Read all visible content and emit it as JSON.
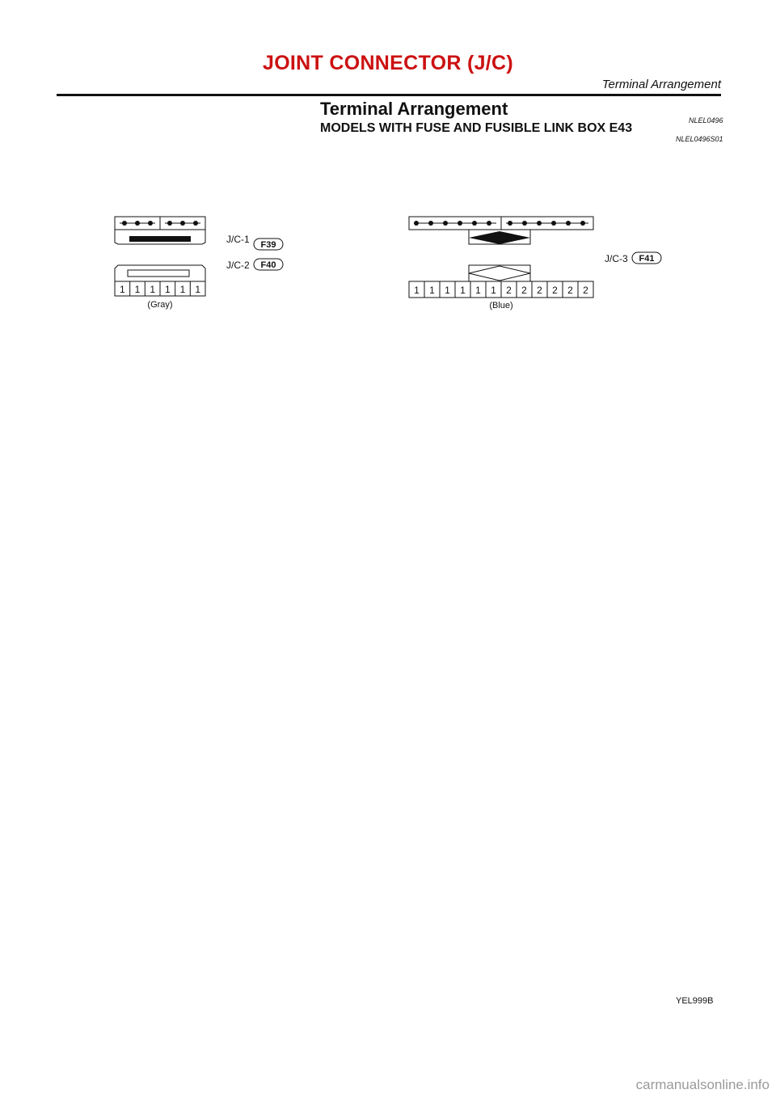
{
  "header": {
    "title": "JOINT CONNECTOR (J/C)",
    "subtitle": "Terminal Arrangement",
    "title_color": "#cc1111"
  },
  "section": {
    "title": "Terminal Arrangement",
    "code": "NLEL0496",
    "subtitle": "MODELS WITH FUSE AND FUSIBLE LINK BOX E43",
    "subcode": "NLEL0496S01"
  },
  "connectors": {
    "jc1": {
      "label": "J/C-1",
      "id": "F39"
    },
    "jc2": {
      "label": "J/C-2",
      "id": "F40",
      "color": "(Gray)",
      "terminals": [
        "1",
        "1",
        "1",
        "1",
        "1",
        "1"
      ]
    },
    "jc3": {
      "label": "J/C-3",
      "id": "F41",
      "color": "(Blue)",
      "terminals": [
        "1",
        "1",
        "1",
        "1",
        "1",
        "1",
        "2",
        "2",
        "2",
        "2",
        "2",
        "2"
      ]
    }
  },
  "figure_code": "YEL999B",
  "watermark": "carmanualsonline.info"
}
